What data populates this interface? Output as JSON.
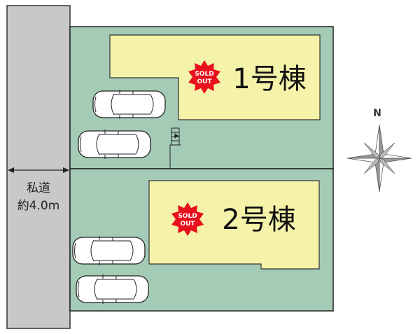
{
  "road": {
    "label": "私道",
    "width_label": "約4.0m"
  },
  "lots": [
    {
      "label": "1号棟",
      "badge": "SOLD OUT",
      "badge_line1": "SOLD",
      "badge_line2": "OUT",
      "parking_spaces": 2
    },
    {
      "label": "2号棟",
      "badge": "SOLD OUT",
      "badge_line1": "SOLD",
      "badge_line2": "OUT",
      "parking_spaces": 2
    }
  ],
  "compass": {
    "north_label": "N"
  },
  "colors": {
    "lot": "#a4cbb6",
    "building": "#f5f3a9",
    "road": "#c8c8c8",
    "badge": "#e8101c"
  }
}
